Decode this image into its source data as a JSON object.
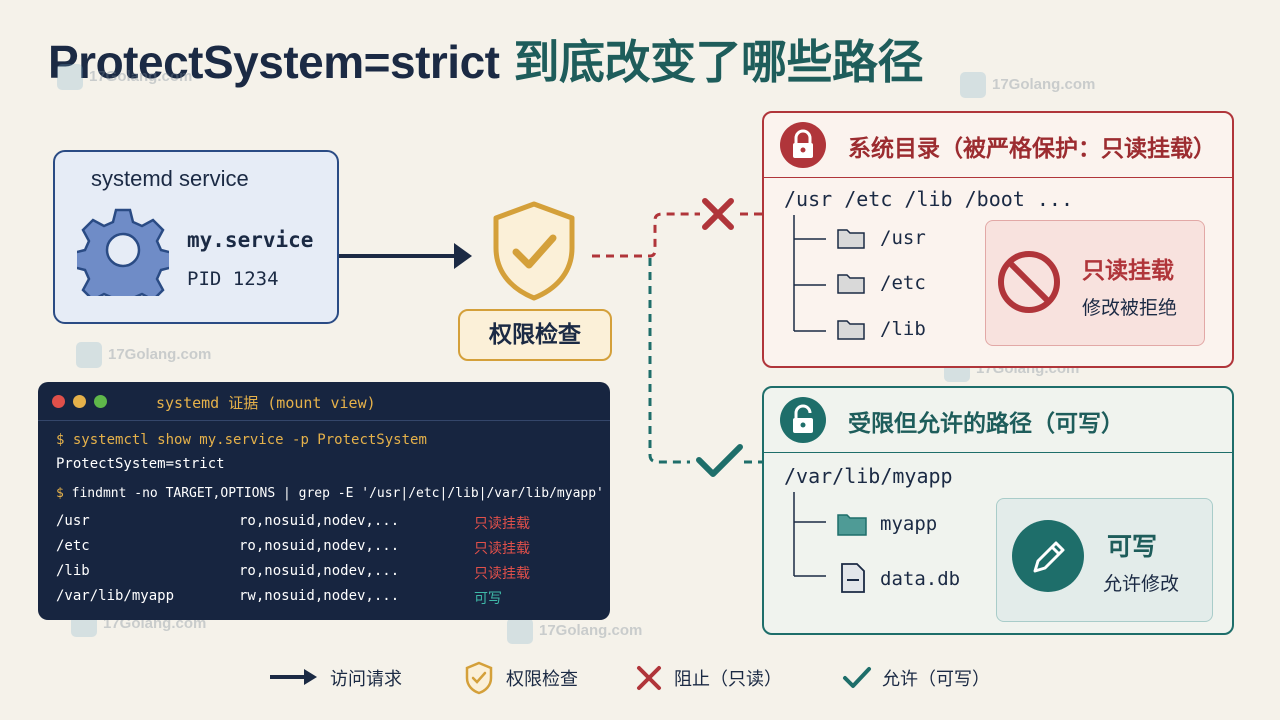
{
  "title": {
    "part1": "ProtectSystem=strict",
    "part2": "到底改变了哪些路径"
  },
  "watermark": {
    "brand": "17Golang.com"
  },
  "service_card": {
    "title": "systemd service",
    "name": "my.service",
    "pid": "PID 1234",
    "icon": "gear-icon"
  },
  "check": {
    "label": "权限检查",
    "icon": "shield-check-icon"
  },
  "terminal": {
    "title": "systemd 证据 (mount view)",
    "cmd1_prompt": "$",
    "cmd1": "systemctl show my.service -p ProtectSystem",
    "out1": "ProtectSystem=strict",
    "cmd2_prompt": "$",
    "cmd2": "findmnt -no TARGET,OPTIONS | grep -E '/usr|/etc|/lib|/var/lib/myapp'",
    "rows": [
      {
        "target": "/usr",
        "options": "ro,nosuid,nodev,...",
        "status": "只读挂载",
        "status_color": "#e0504a"
      },
      {
        "target": "/etc",
        "options": "ro,nosuid,nodev,...",
        "status": "只读挂载",
        "status_color": "#e0504a"
      },
      {
        "target": "/lib",
        "options": "ro,nosuid,nodev,...",
        "status": "只读挂载",
        "status_color": "#e0504a"
      },
      {
        "target": "/var/lib/myapp",
        "options": "rw,nosuid,nodev,...",
        "status": "可写",
        "status_color": "#3fb9a8"
      }
    ]
  },
  "system_panel": {
    "heading": "系统目录（被严格保护：只读挂载）",
    "paths": "/usr  /etc /lib /boot  ...",
    "tree": [
      "/usr",
      "/etc",
      "/lib"
    ],
    "box_title": "只读挂载",
    "box_sub": "修改被拒绝",
    "icon": "lock-icon"
  },
  "allowed_panel": {
    "heading": "受限但允许的路径（可写）",
    "path": "/var/lib/myapp",
    "tree": [
      "myapp",
      "data.db"
    ],
    "box_title": "可写",
    "box_sub": "允许修改",
    "icon": "unlock-icon"
  },
  "legend": [
    {
      "icon": "arrow-icon",
      "label": "访问请求"
    },
    {
      "icon": "shield-check-icon",
      "label": "权限检查"
    },
    {
      "icon": "cross-icon",
      "label": "阻止（只读）"
    },
    {
      "icon": "check-icon",
      "label": "允许（可写）"
    }
  ],
  "colors": {
    "navy": "#1b2a44",
    "red": "#b0353a",
    "teal": "#1e6e6a",
    "gold": "#d4a03a",
    "background": "#f5f2ea"
  }
}
